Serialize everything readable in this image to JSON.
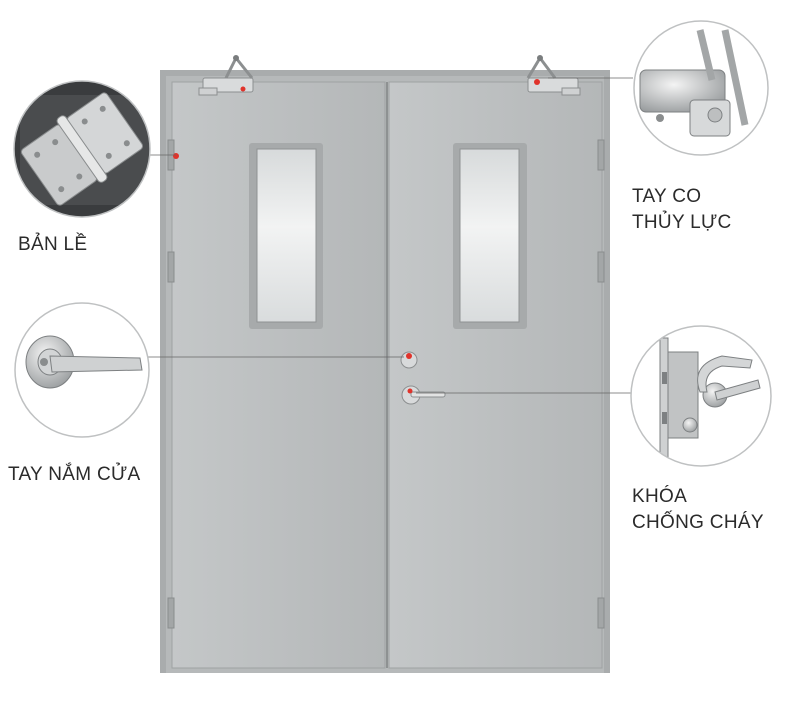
{
  "callouts": {
    "hinge": {
      "lines": [
        "BẢN LỀ"
      ],
      "icon": "hinge-closeup"
    },
    "handle": {
      "lines": [
        "TAY NẮM CỬA"
      ],
      "icon": "lever-handle-closeup"
    },
    "closer": {
      "lines": [
        "TAY CO",
        "THỦY LỰC"
      ],
      "icon": "hydraulic-door-closer-closeup"
    },
    "lock": {
      "lines": [
        "KHÓA",
        "CHỐNG CHÁY"
      ],
      "icon": "fire-lock-closeup"
    }
  },
  "colors": {
    "door": "#b9bcbd",
    "frame": "#a9acad",
    "glass": "#e6e8e9",
    "marker": "#e0332b",
    "text": "#2b2b2b"
  }
}
